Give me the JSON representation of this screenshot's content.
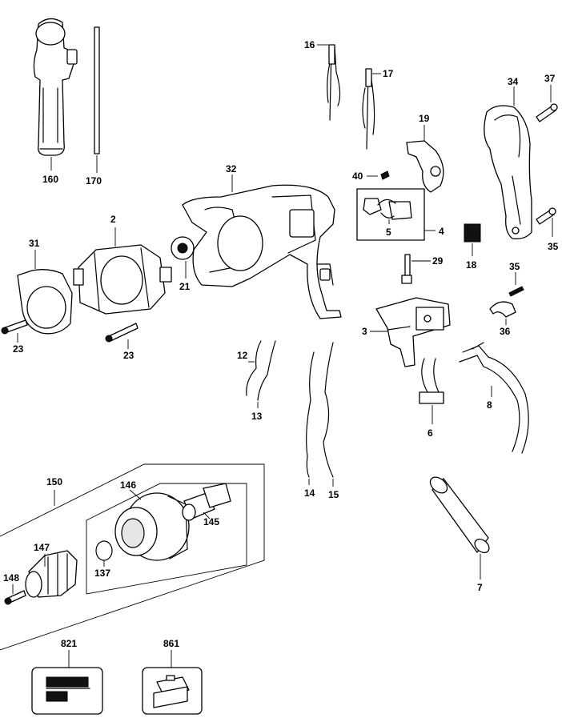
{
  "labels": {
    "p160": "160",
    "p170": "170",
    "p16": "16",
    "p17": "17",
    "p34": "34",
    "p37": "37",
    "p19": "19",
    "p32": "32",
    "p40": "40",
    "p2": "2",
    "p31": "31",
    "p21": "21",
    "p5": "5",
    "p4": "4",
    "p18": "18",
    "p35a": "35",
    "p29": "29",
    "p35b": "35",
    "p3": "3",
    "p36": "36",
    "p23a": "23",
    "p23b": "23",
    "p12": "12",
    "p13": "13",
    "p8": "8",
    "p6": "6",
    "p150": "150",
    "p146": "146",
    "p145": "145",
    "p147": "147",
    "p148": "148",
    "p137": "137",
    "p14": "14",
    "p15": "15",
    "p7": "7",
    "p821": "821",
    "p861": "861"
  },
  "colors": {
    "line": "#000000",
    "background": "#ffffff",
    "shade": "#e6e6e6"
  }
}
